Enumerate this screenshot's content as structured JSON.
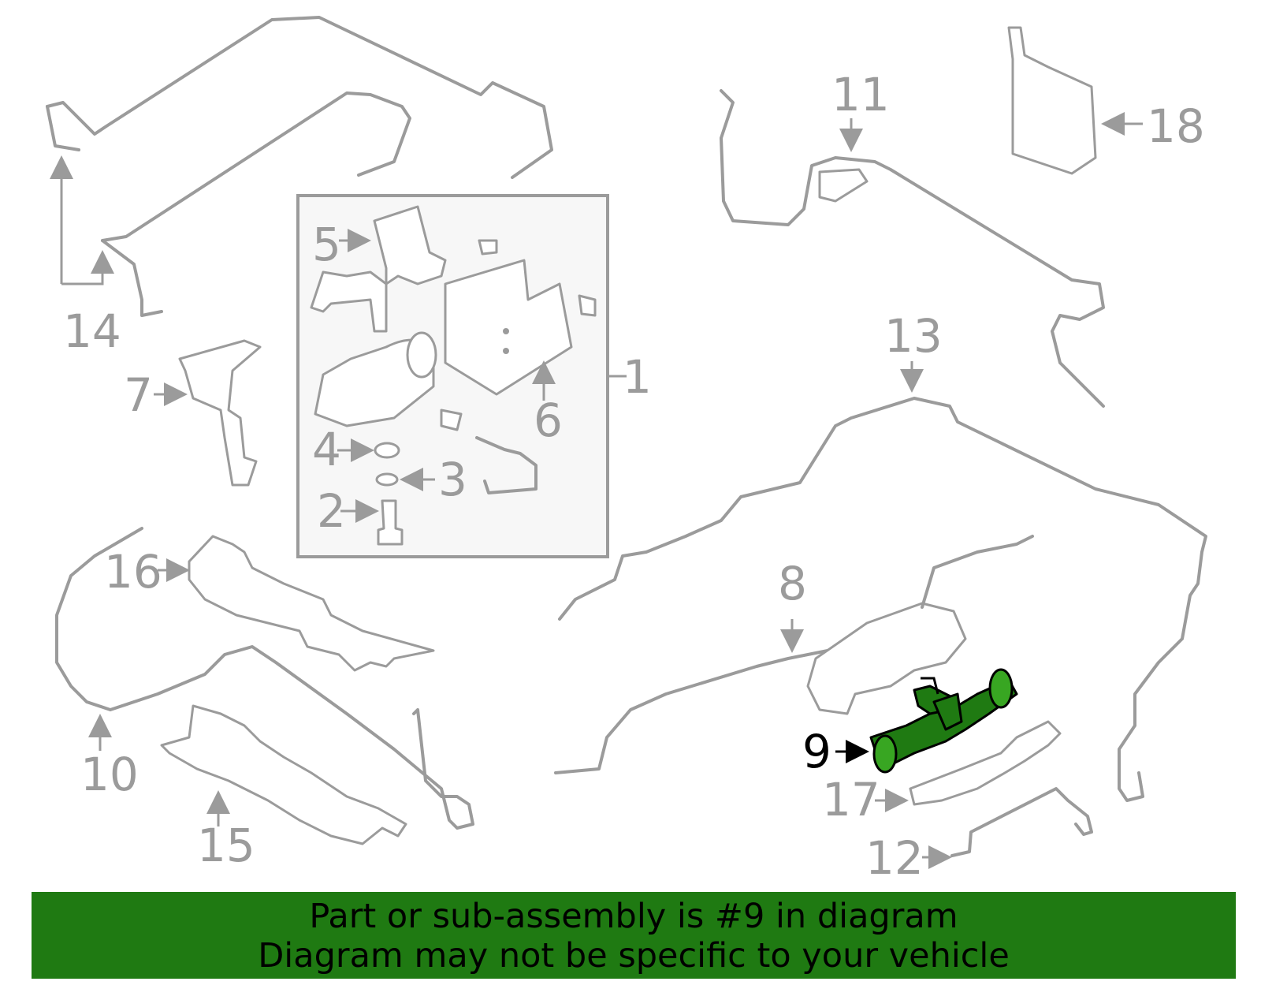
{
  "callouts": {
    "c1": "1",
    "c2": "2",
    "c3": "3",
    "c4": "4",
    "c5": "5",
    "c6": "6",
    "c7": "7",
    "c8": "8",
    "c9": "9",
    "c10": "10",
    "c11": "11",
    "c12": "12",
    "c13": "13",
    "c14": "14",
    "c15": "15",
    "c16": "16",
    "c17": "17",
    "c18": "18"
  },
  "highlight": {
    "part": "9",
    "color": "#1f7a12"
  },
  "banner": {
    "line1": "Part or sub-assembly is #9 in diagram",
    "line2": "Diagram may not be specific to your vehicle"
  }
}
